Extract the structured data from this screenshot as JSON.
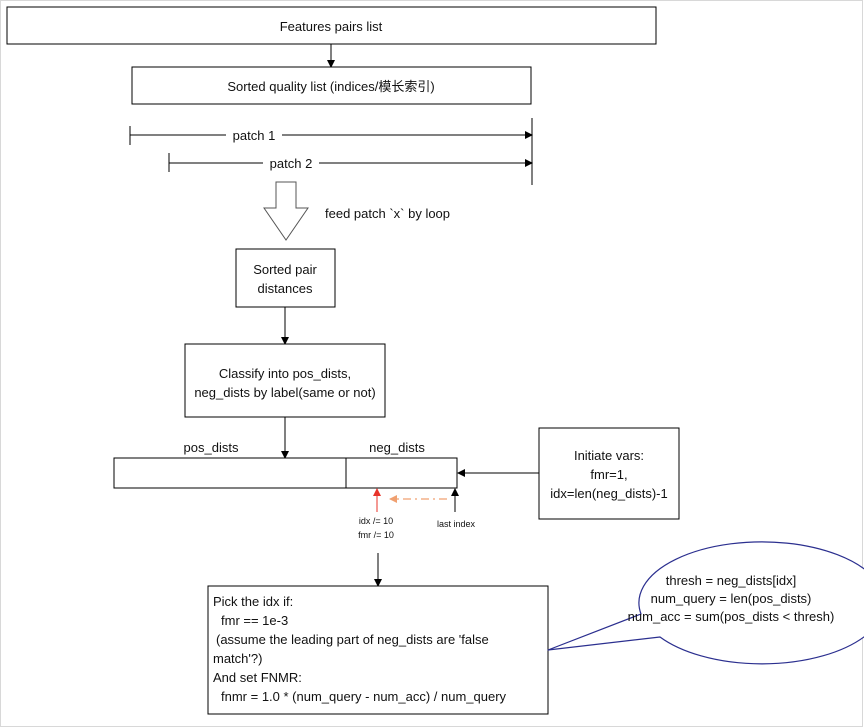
{
  "boxes": {
    "features_pairs": "Features pairs list",
    "sorted_quality": "Sorted quality list (indices/模长索引)",
    "sorted_pair_1": "Sorted pair",
    "sorted_pair_2": "distances",
    "classify_1": "Classify into pos_dists,",
    "classify_2": "neg_dists by label(same or not)",
    "initiate_1": "Initiate vars:",
    "initiate_2": "fmr=1,",
    "initiate_3": "idx=len(neg_dists)-1",
    "pick_1": "Pick the idx if:",
    "pick_2": "fmr == 1e-3",
    "pick_3": "(assume the leading part of neg_dists are 'false",
    "pick_4": "match'?)",
    "pick_5": "And set FNMR:",
    "pick_6": "fnmr = 1.0 * (num_query - num_acc) / num_query"
  },
  "labels": {
    "patch1": "patch 1",
    "patch2": "patch 2",
    "feed": "feed patch `x` by loop",
    "pos_dists": "pos_dists",
    "neg_dists": "neg_dists",
    "idx_div": "idx /= 10",
    "fmr_div": "fmr /= 10",
    "last_index": "last index"
  },
  "callout": {
    "line1": "thresh = neg_dists[idx]",
    "line2": "num_query = len(pos_dists)",
    "line3": "num_acc = sum(pos_dists < thresh)"
  },
  "colors": {
    "red_arrow": "#e8332a",
    "orange_dashed": "#f0a070",
    "callout_stroke": "#2b2f8f"
  }
}
